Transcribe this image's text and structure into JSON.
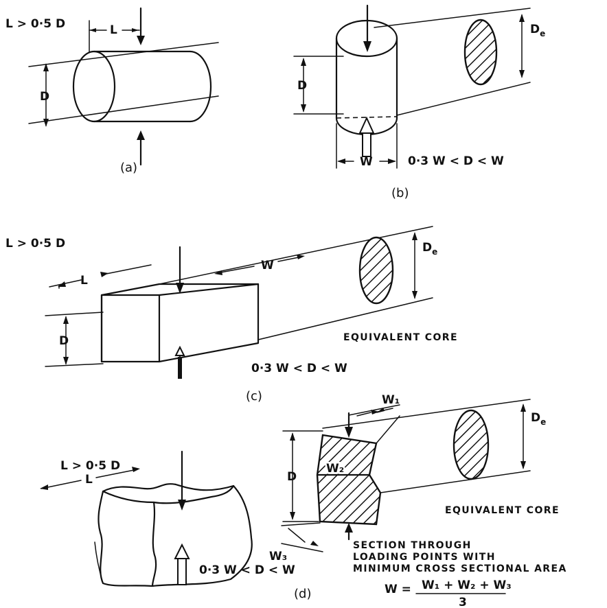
{
  "figure": {
    "a": {
      "caption": "(a)",
      "condition": "L > 0·5 D",
      "label_L": "L",
      "label_D": "D"
    },
    "b": {
      "caption": "(b)",
      "label_D": "D",
      "label_W": "W",
      "label_De_main": "D",
      "label_De_sub": "e",
      "condition": "0·3 W < D < W"
    },
    "c": {
      "caption": "(c)",
      "condition_top": "L > 0·5 D",
      "label_L": "L",
      "label_W": "W",
      "label_D": "D",
      "label_De_main": "D",
      "label_De_sub": "e",
      "equivalent_core": "EQUIVALENT CORE",
      "condition": "0·3 W < D < W"
    },
    "d": {
      "caption": "(d)",
      "condition_top": "L > 0·5 D",
      "label_L": "L",
      "label_D": "D",
      "label_W1": "W₁",
      "label_W2": "W₂",
      "label_W3": "W₃",
      "label_De_main": "D",
      "label_De_sub": "e",
      "equivalent_core": "EQUIVALENT CORE",
      "condition": "0·3 W < D < W",
      "section_line1": "SECTION  THROUGH",
      "section_line2": "LOADING  POINTS  WITH",
      "section_line3": "MINIMUM  CROSS  SECTIONAL  AREA",
      "formula_lhs": "W =",
      "formula_num": "W₁ + W₂ + W₃",
      "formula_den": "3"
    }
  }
}
